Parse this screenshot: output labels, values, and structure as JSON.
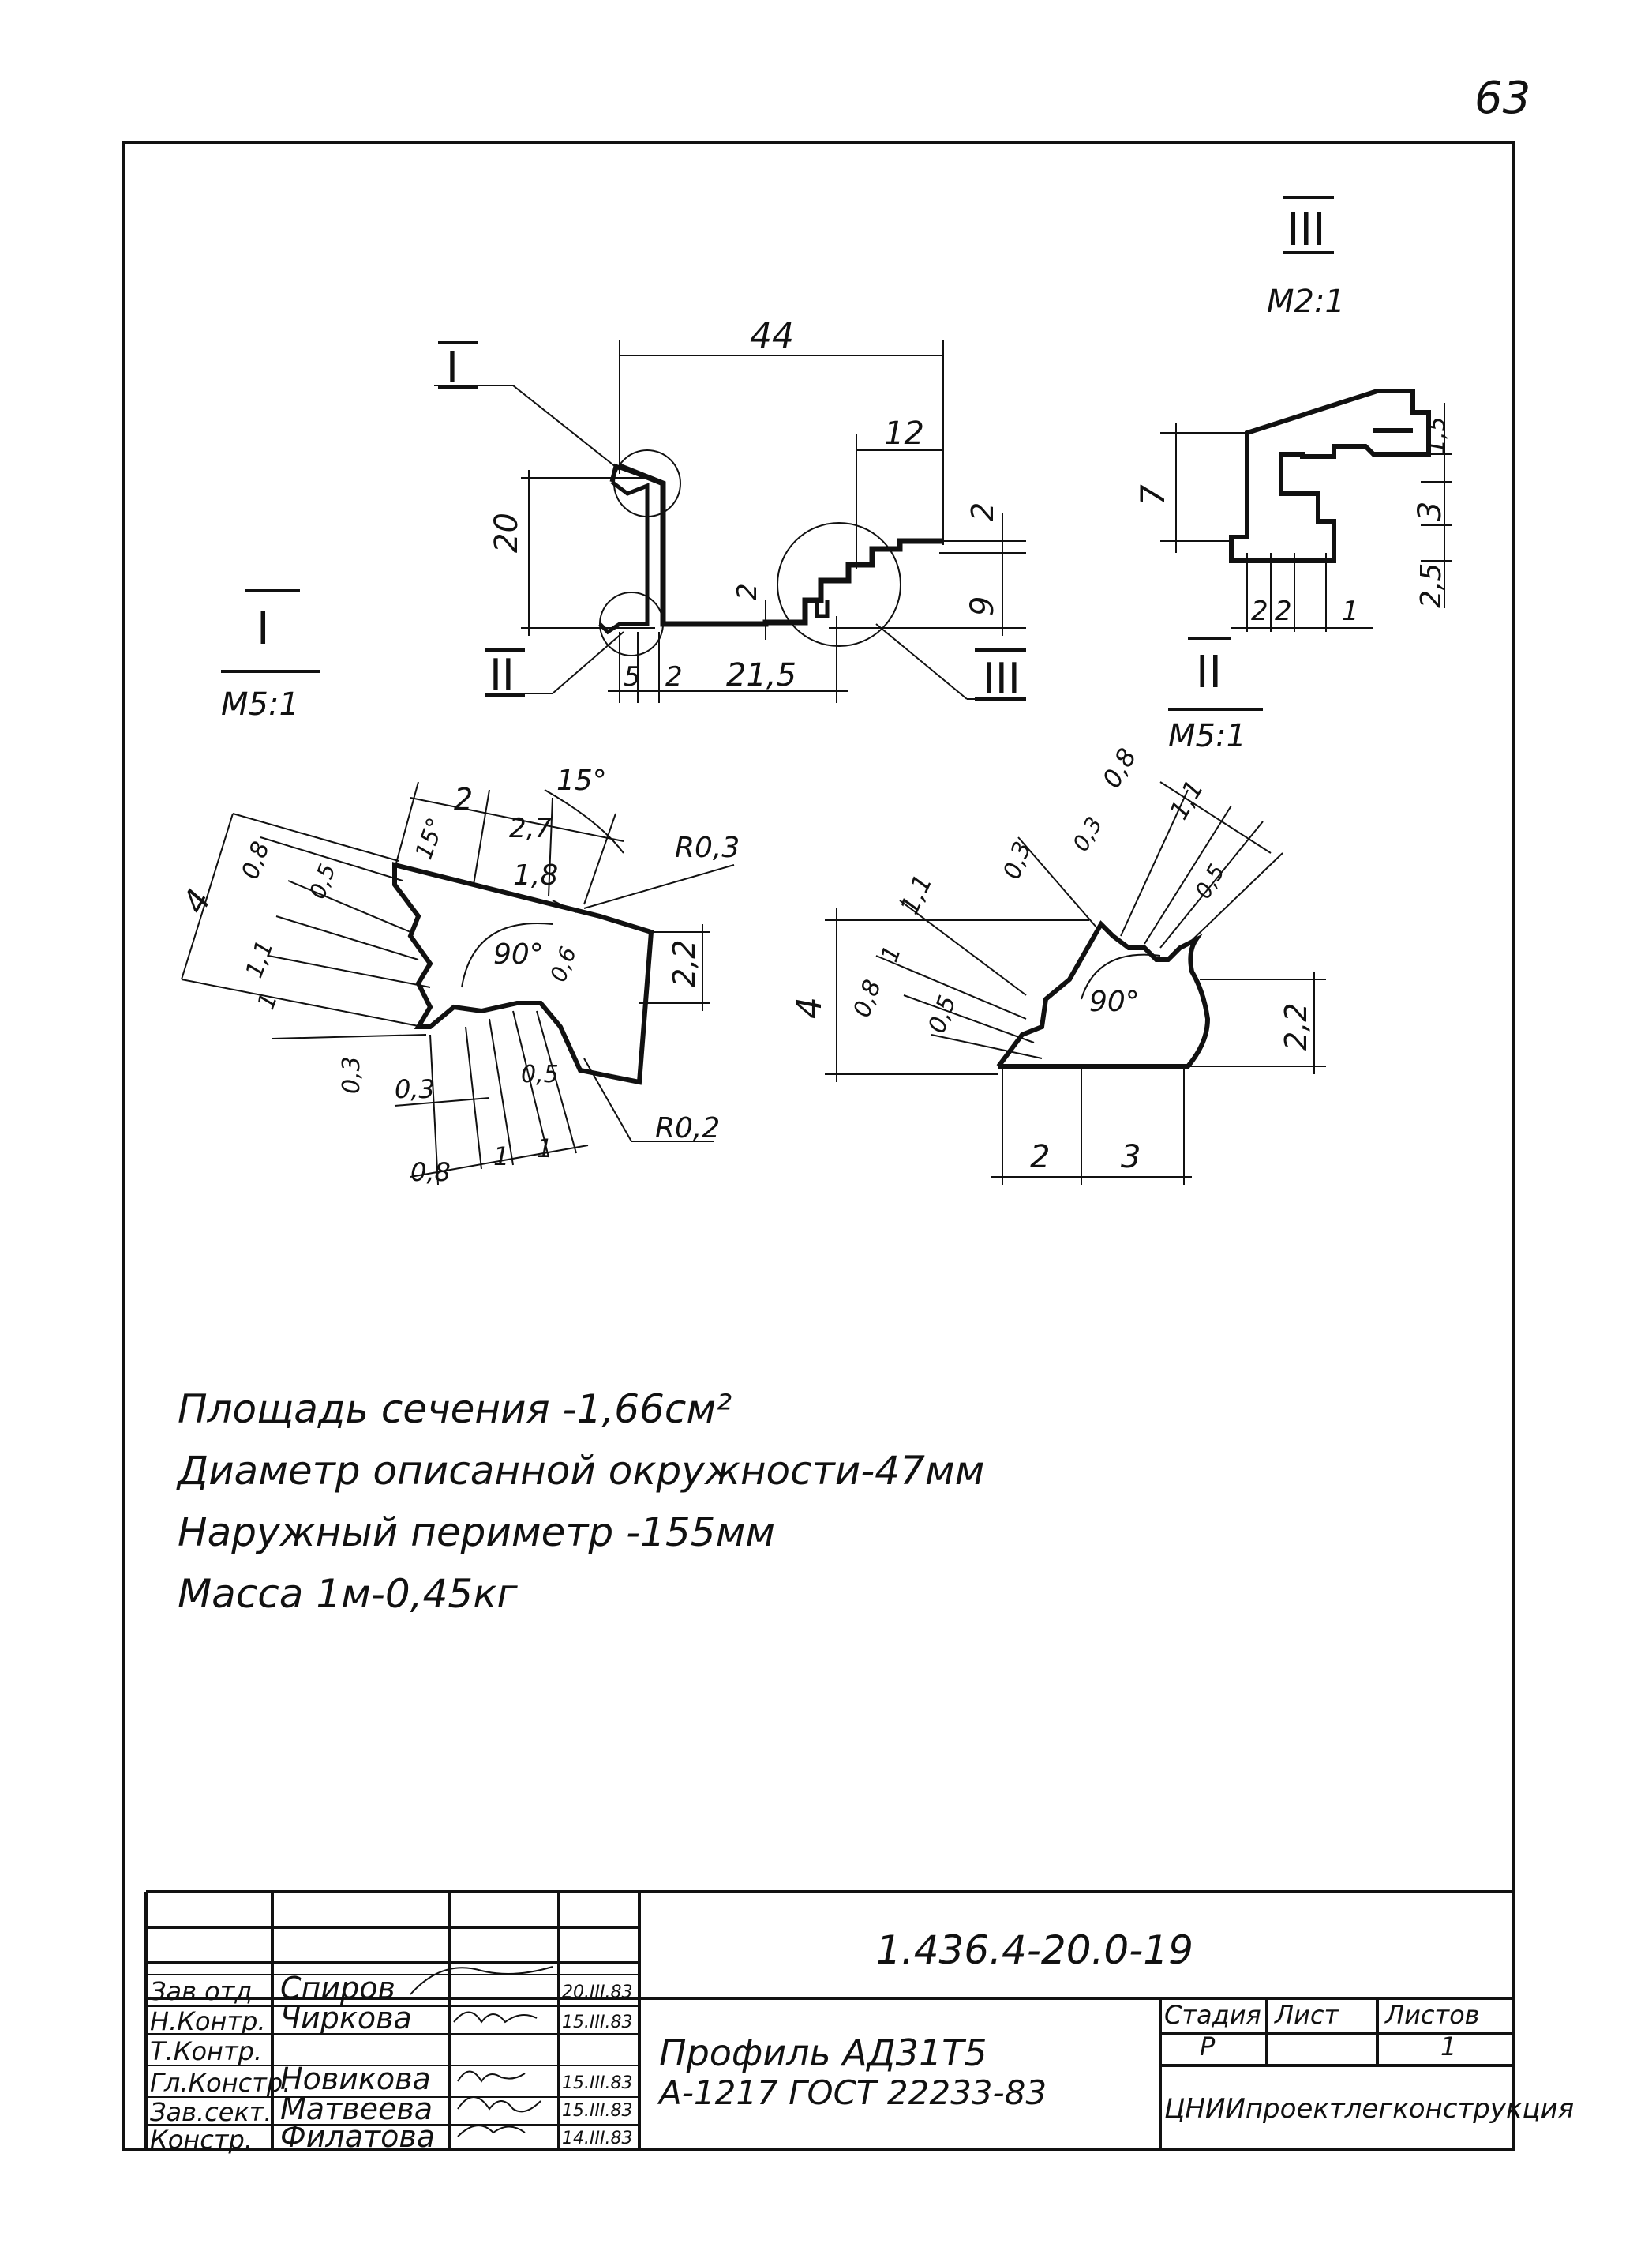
{
  "page_number": "63",
  "views": {
    "main": {
      "dims": [
        "44",
        "12",
        "20",
        "2",
        "2",
        "9",
        "5",
        "2",
        "21,5"
      ],
      "callouts": [
        "I",
        "II",
        "III"
      ]
    },
    "view_III": {
      "label": "III",
      "scale": "М2:1",
      "dims": [
        "7",
        "1,5",
        "3",
        "2,5",
        "2",
        "2",
        "1"
      ]
    },
    "view_II": {
      "label": "II",
      "scale": "М5:1"
    },
    "view_I": {
      "label": "I",
      "scale": "М5:1",
      "dims": [
        "2",
        "15°",
        "2,7",
        "15°",
        "1,8",
        "R0,3",
        "4",
        "0,8",
        "0,5",
        "1,1",
        "1",
        "90°",
        "0,6",
        "2,2",
        "0,3",
        "0,3",
        "0,5",
        "R0,2",
        "0,8",
        "1",
        "1"
      ]
    },
    "view_II_detail": {
      "dims": [
        "0,8",
        "1,1",
        "0,3",
        "0,3",
        "1,1",
        "0,5",
        "4",
        "0,8",
        "1",
        "0,5",
        "90°",
        "2,2",
        "2",
        "3"
      ]
    }
  },
  "properties": [
    "Площадь   сечения -1,66см²",
    "Диаметр   описанной окружности-47мм",
    "Наружный   периметр -155мм",
    "Масса   1м-0,45кг"
  ],
  "title_block": {
    "doc_number": "1.436.4-20.0-19",
    "title_line1": "Профиль АД31Т5",
    "title_line2": "А-1217 ГОСТ 22233-83",
    "stage_header": "Стадия",
    "sheet_header": "Лист",
    "sheets_header": "Листов",
    "stage_value": "Р",
    "sheet_value": "",
    "sheets_value": "1",
    "organization": "ЦНИИпроектлегконструкция",
    "rows": [
      {
        "role": "Зав.отд.",
        "name": "Спиров",
        "date": "20.III.83"
      },
      {
        "role": "Н.Контр.",
        "name": "Чиркова",
        "date": "15.III.83"
      },
      {
        "role": "Т.Контр.",
        "name": "",
        "date": ""
      },
      {
        "role": "Гл.Констр.",
        "name": "Новикова",
        "date": "15.III.83"
      },
      {
        "role": "Зав.сект.",
        "name": "Матвеева",
        "date": "15.III.83"
      },
      {
        "role": "Констр.",
        "name": "Филатова",
        "date": "14.III.83"
      }
    ]
  }
}
